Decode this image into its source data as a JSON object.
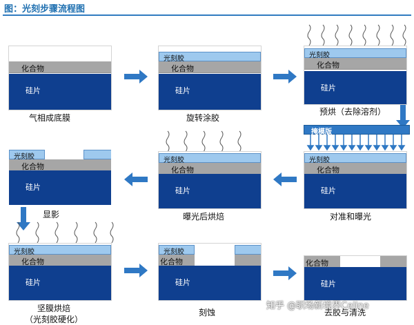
{
  "title": "图：光刻步骤流程图",
  "layers": {
    "silicon": "硅片",
    "compound": "化合物",
    "photoresist": "光刻胶",
    "mask": "掩模版"
  },
  "steps": [
    {
      "label": "气相成底膜"
    },
    {
      "label": "旋转涂胶"
    },
    {
      "label": "预烘（去除溶剂）"
    },
    {
      "label": "对准和曝光"
    },
    {
      "label": "曝光后烘焙"
    },
    {
      "label": "显影"
    },
    {
      "label": "坚膜烘焙"
    },
    {
      "label": "（光刻胶硬化）"
    },
    {
      "label": "刻蚀"
    },
    {
      "label": "去胶与清洗"
    }
  ],
  "watermark": "知乎 @职场新境界Celine",
  "colors": {
    "silicon": "#0f3f8f",
    "compound": "#a6a6a6",
    "photoresist": "#9ec9ee",
    "arrow": "#2f78c4",
    "title": "#1e6fb0"
  }
}
